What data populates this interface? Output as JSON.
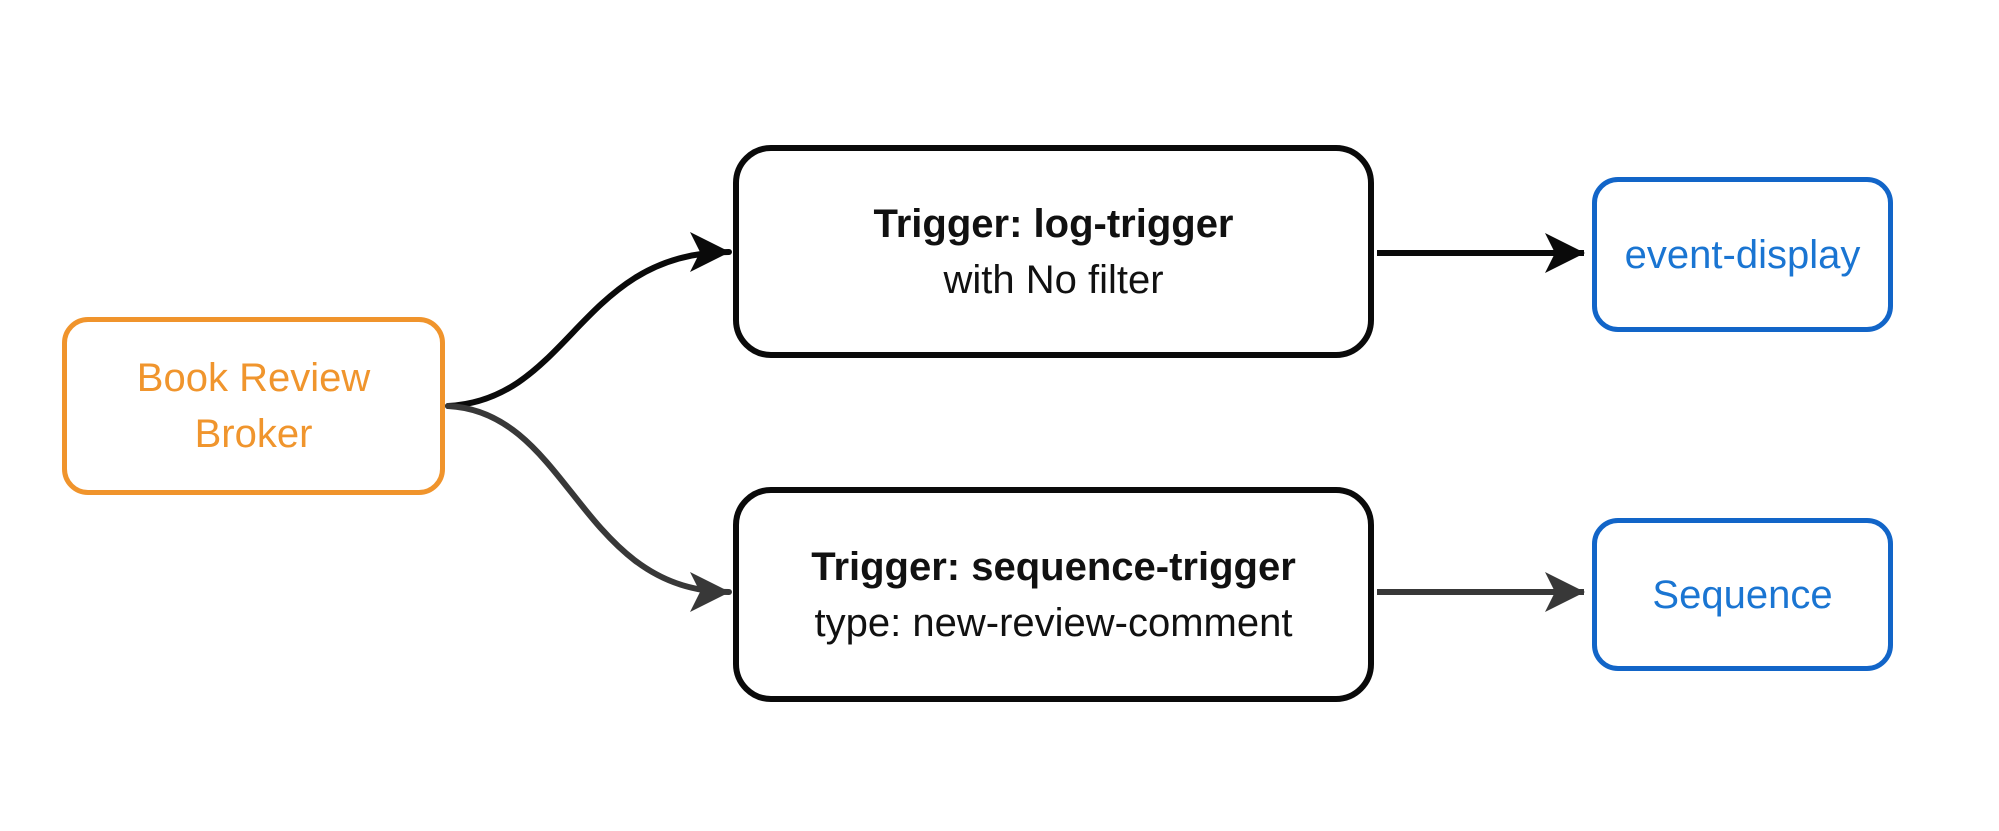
{
  "diagram": {
    "type": "flowchart",
    "direction": "left-to-right",
    "colors": {
      "background": "#ffffff",
      "broker_border": "#F0942C",
      "broker_text": "#F0952D",
      "trigger_border": "#0A0A0A",
      "trigger_text": "#111111",
      "sink_border": "#1265C8",
      "sink_text": "#1A75D2",
      "edge_black": "#0A0A0A",
      "edge_gray": "#383838"
    },
    "nodes": {
      "broker": {
        "id": "broker",
        "lines": [
          "Book Review",
          "Broker"
        ]
      },
      "trigger_log": {
        "id": "trigger_log",
        "title": "Trigger: log-trigger",
        "subtitle": "with No filter"
      },
      "trigger_sequence": {
        "id": "trigger_sequence",
        "title": "Trigger: sequence-trigger",
        "subtitle": "type: new-review-comment"
      },
      "event_display": {
        "id": "event_display",
        "label": "event-display"
      },
      "sequence": {
        "id": "sequence",
        "label": "Sequence"
      }
    },
    "edges": [
      {
        "from": "broker",
        "to": "trigger_log",
        "style": "curved",
        "color": "#0A0A0A"
      },
      {
        "from": "broker",
        "to": "trigger_sequence",
        "style": "curved",
        "color": "#383838"
      },
      {
        "from": "trigger_log",
        "to": "event_display",
        "style": "straight",
        "color": "#0A0A0A"
      },
      {
        "from": "trigger_sequence",
        "to": "sequence",
        "style": "straight",
        "color": "#383838"
      }
    ]
  }
}
